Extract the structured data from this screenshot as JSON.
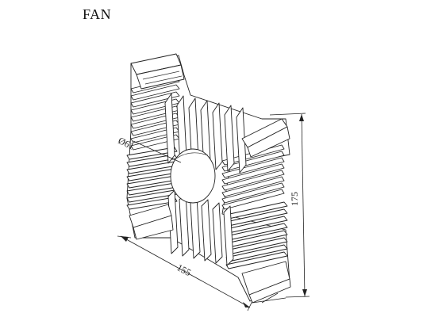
{
  "title": "FAN",
  "dimensions": {
    "diameter": "Ø61",
    "height": "175",
    "width": "155"
  }
}
